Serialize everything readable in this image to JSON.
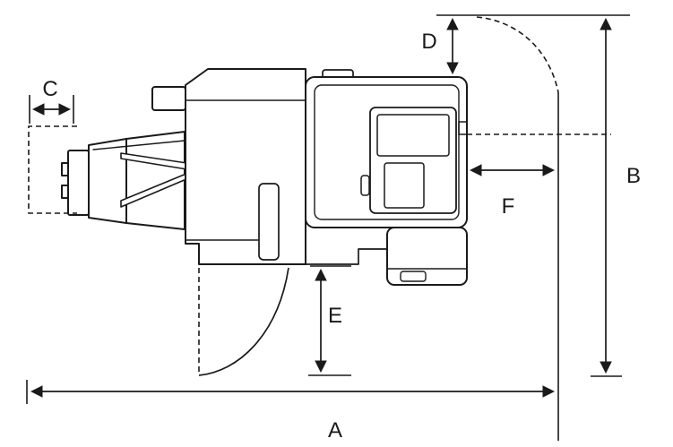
{
  "colors": {
    "background": "#ffffff",
    "line": "#1a1a1a"
  },
  "diagram": {
    "subject": "printer-side-view-with-clearance-dimensions",
    "dimension_labels": {
      "a": "A",
      "b": "B",
      "c": "C",
      "d": "D",
      "e": "E",
      "f": "F"
    }
  }
}
